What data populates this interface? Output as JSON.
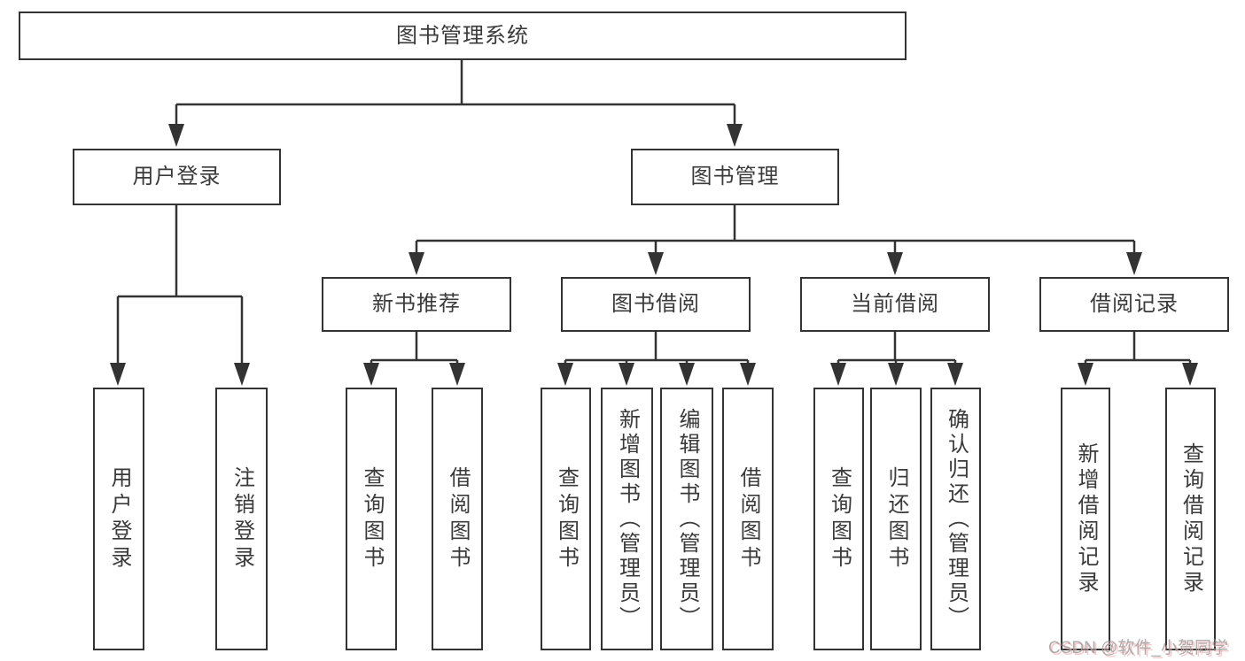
{
  "diagram": {
    "title": "图书管理系统",
    "type": "hierarchy-tree",
    "colors": {
      "line": "#333333",
      "box_border": "#333333",
      "box_fill": "#ffffff",
      "text": "#3a3a3a",
      "watermark_gray": "#9e9e9e",
      "watermark_red_shadow": "#f4aaaa"
    }
  },
  "nodes": {
    "root": {
      "label": "图书管理系统"
    },
    "user_login": {
      "label": "用户登录"
    },
    "book_mgmt": {
      "label": "图书管理"
    },
    "new_book": {
      "label": "新书推荐"
    },
    "book_borrow": {
      "label": "图书借阅"
    },
    "current_borrow": {
      "label": "当前借阅"
    },
    "borrow_record": {
      "label": "借阅记录"
    },
    "leaf_user_login": {
      "label": "用户登录"
    },
    "leaf_logout": {
      "label": "注销登录"
    },
    "leaf_nb_query": {
      "label": "查询图书"
    },
    "leaf_nb_borrow": {
      "label": "借阅图书"
    },
    "leaf_bb_query": {
      "label": "查询图书"
    },
    "leaf_bb_add": {
      "label": "新增图书（管理员）"
    },
    "leaf_bb_edit": {
      "label": "编辑图书（管理员）"
    },
    "leaf_bb_borrow": {
      "label": "借阅图书"
    },
    "leaf_cb_query": {
      "label": "查询图书"
    },
    "leaf_cb_return": {
      "label": "归还图书"
    },
    "leaf_cb_confirm": {
      "label": "确认归还（管理员）"
    },
    "leaf_br_add": {
      "label": "新增借阅记录"
    },
    "leaf_br_query": {
      "label": "查询借阅记录"
    }
  },
  "watermark": "CSDN @软件_小贺同学"
}
